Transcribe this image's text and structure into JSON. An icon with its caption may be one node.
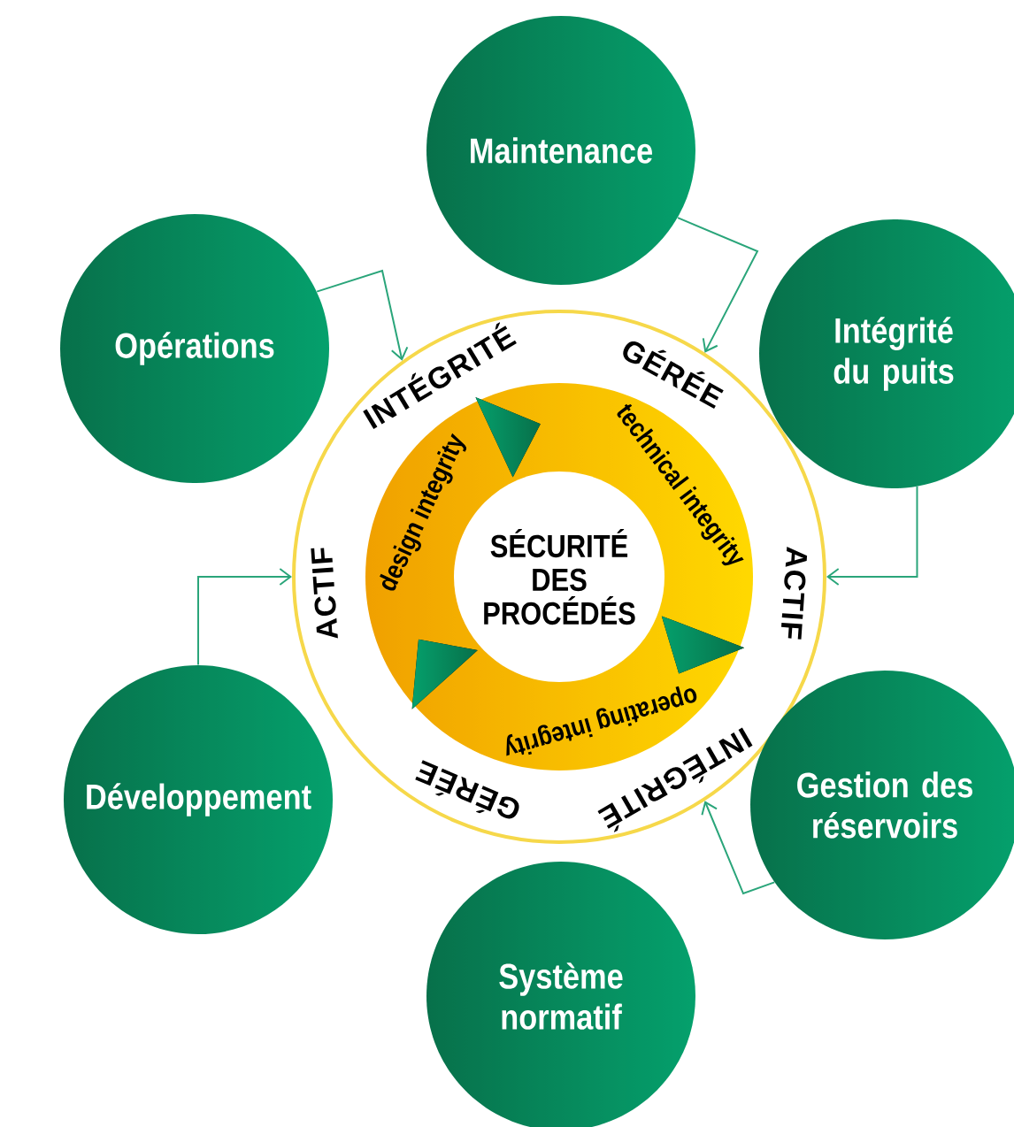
{
  "diagram": {
    "nodes": [
      {
        "text": [
          "INTÉGRITÉ",
          "GÉRÉE",
          "ACTIF",
          "INTÉGRITÉ",
          "GÉRÉE",
          "ACTIF"
        ]
      },
      {
        "text": [
          "design integrity",
          "technical integrity",
          "operating integrity"
        ],
        "in": 0
      },
      {
        "text": [
          "SÉCURITÉ DES PROCÉDÉS"
        ],
        "in": 1
      },
      {
        "text": [
          "Maintenance"
        ]
      },
      {
        "text": [
          "Opérations"
        ]
      },
      {
        "text": [
          "Intégrité du puits"
        ]
      },
      {
        "text": [
          "Développement"
        ]
      },
      {
        "text": [
          "Gestion des réservoirs"
        ]
      },
      {
        "text": [
          "Système normatif"
        ]
      }
    ],
    "edges": [
      {
        "from": 3,
        "to": 0,
        "arrow": "to"
      },
      {
        "from": 4,
        "to": 0,
        "arrow": "to"
      },
      {
        "from": 5,
        "to": 0,
        "arrow": "to"
      },
      {
        "from": 6,
        "to": 0,
        "arrow": "to"
      },
      {
        "from": 7,
        "to": 0,
        "arrow": "to"
      }
    ]
  }
}
